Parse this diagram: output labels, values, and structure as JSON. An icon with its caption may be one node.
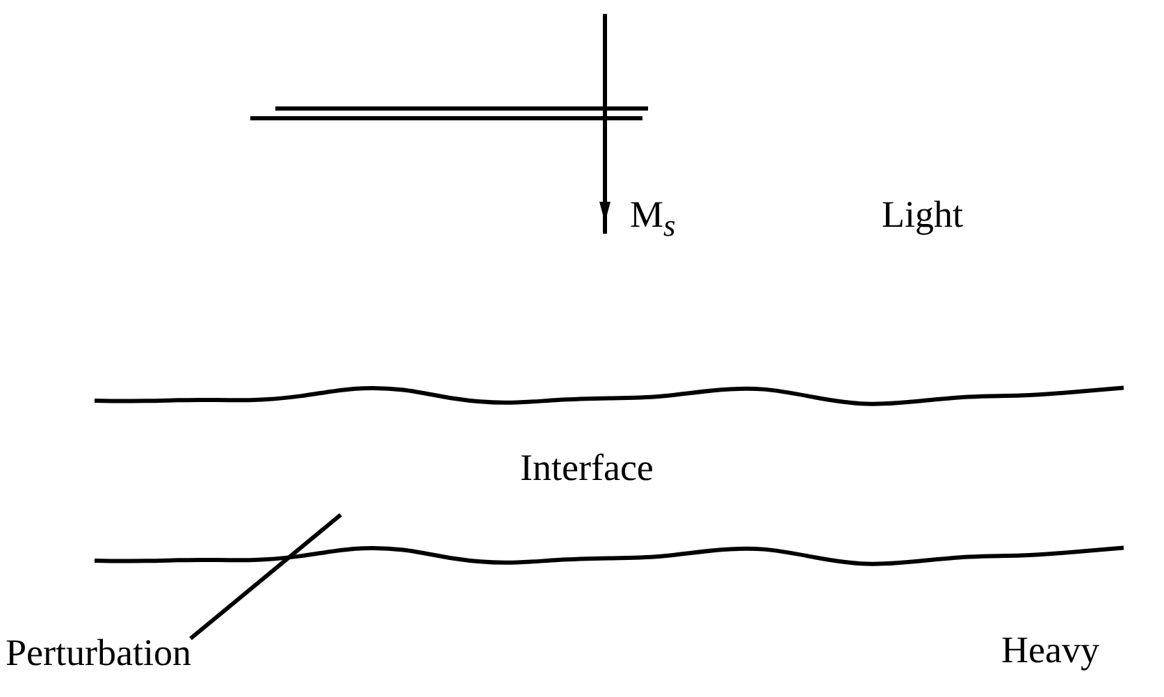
{
  "diagram": {
    "nodes": [
      {
        "text": [
          "Perturbation"
        ]
      },
      {
        "text": [],
        "shape": "line"
      }
    ],
    "edges": [
      {
        "from": 0,
        "to": 1,
        "arrow": "none"
      }
    ],
    "labels": [
      "M$_{s}$",
      "Light",
      "Interface",
      "Heavy"
    ]
  }
}
